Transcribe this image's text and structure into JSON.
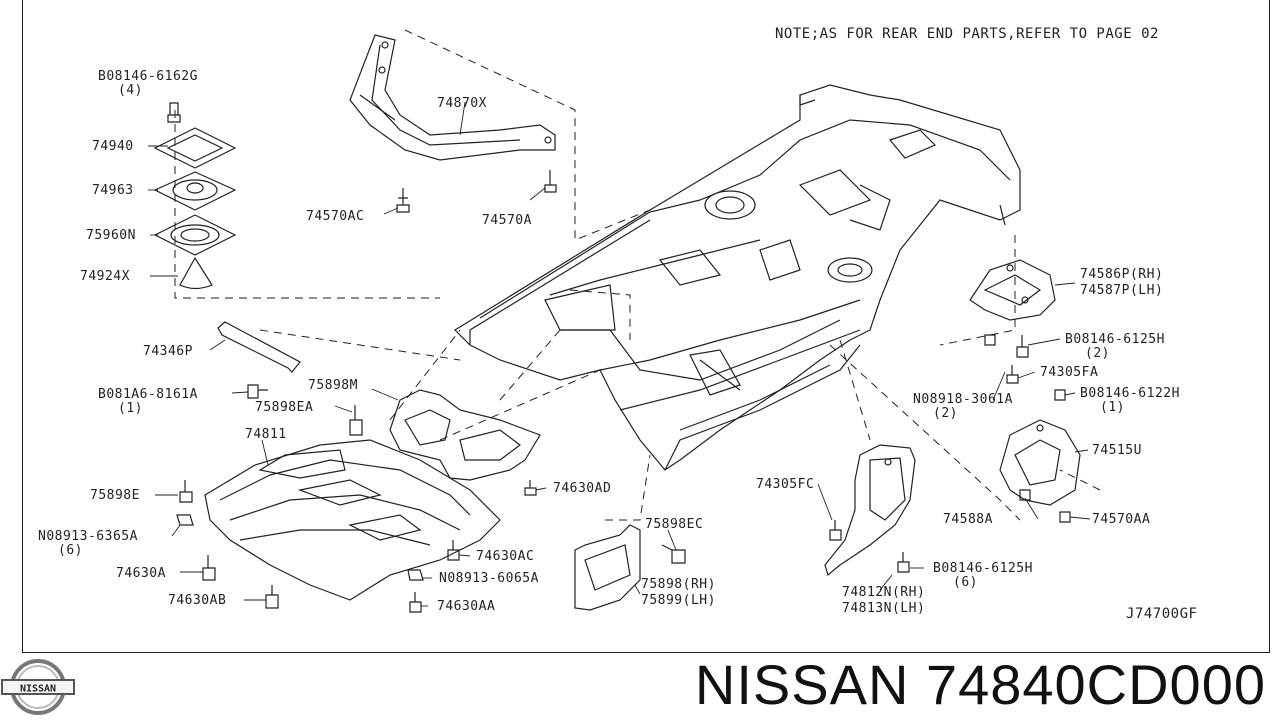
{
  "note": "NOTE;AS FOR REAR END PARTS,REFER TO PAGE 02",
  "diagram_code": "J74700GF",
  "footer": {
    "brand": "NISSAN",
    "part_number": "74840CD000",
    "logo_text": "NISSAN"
  },
  "labels": [
    {
      "id": "b08146-6162g",
      "text": "B08146-6162G",
      "qty": "(4)"
    },
    {
      "id": "74940",
      "text": "74940"
    },
    {
      "id": "74963",
      "text": "74963"
    },
    {
      "id": "75960n",
      "text": "75960N"
    },
    {
      "id": "74924x",
      "text": "74924X"
    },
    {
      "id": "74870x",
      "text": "74870X"
    },
    {
      "id": "74570ac",
      "text": "74570AC"
    },
    {
      "id": "74570a",
      "text": "74570A"
    },
    {
      "id": "74346p",
      "text": "74346P"
    },
    {
      "id": "b081a6-8161a",
      "text": "B081A6-8161A",
      "qty": "(1)"
    },
    {
      "id": "75898m",
      "text": "75898M"
    },
    {
      "id": "75898ea",
      "text": "75898EA"
    },
    {
      "id": "74811",
      "text": "74811"
    },
    {
      "id": "75898e",
      "text": "75898E"
    },
    {
      "id": "n08913-6365a",
      "text": "N08913-6365A",
      "qty": "(6)"
    },
    {
      "id": "74630a",
      "text": "74630A"
    },
    {
      "id": "74630ab",
      "text": "74630AB"
    },
    {
      "id": "74630ad",
      "text": "74630AD"
    },
    {
      "id": "74630ac",
      "text": "74630AC"
    },
    {
      "id": "n08913-6065a",
      "text": "N08913-6065A"
    },
    {
      "id": "74630aa",
      "text": "74630AA"
    },
    {
      "id": "75898ec",
      "text": "75898EC"
    },
    {
      "id": "75898rh",
      "text": "75898(RH)"
    },
    {
      "id": "75899lh",
      "text": "75899(LH)"
    },
    {
      "id": "74586p",
      "text": "74586P(RH)"
    },
    {
      "id": "74587p",
      "text": "74587P(LH)"
    },
    {
      "id": "b08146-6125h-a",
      "text": "B08146-6125H",
      "qty": "(2)"
    },
    {
      "id": "74305fa",
      "text": "74305FA"
    },
    {
      "id": "n08918-3061a",
      "text": "N08918-3061A",
      "qty": "(2)"
    },
    {
      "id": "b08146-6122h",
      "text": "B08146-6122H",
      "qty": "(1)"
    },
    {
      "id": "74515u",
      "text": "74515U"
    },
    {
      "id": "74588a",
      "text": "74588A"
    },
    {
      "id": "74570aa",
      "text": "74570AA"
    },
    {
      "id": "74305fc",
      "text": "74305FC"
    },
    {
      "id": "b08146-6125h-b",
      "text": "B08146-6125H",
      "qty": "(6)"
    },
    {
      "id": "74812n",
      "text": "74812N(RH)"
    },
    {
      "id": "74813n",
      "text": "74813N(LH)"
    }
  ]
}
